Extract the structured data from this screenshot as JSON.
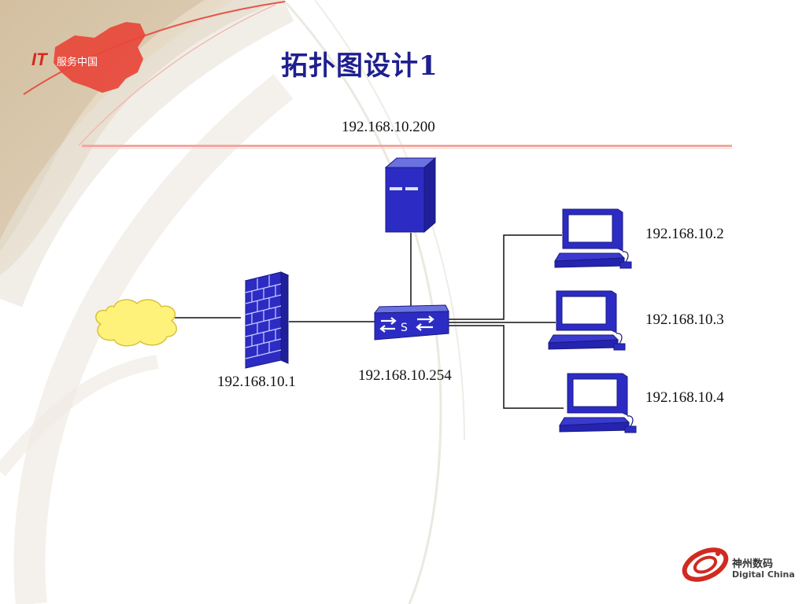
{
  "slide": {
    "title": "拓扑图设计1",
    "header_logo": {
      "main": "IT",
      "sub": "服务中国"
    },
    "footer_logo": {
      "cn": "神州数码",
      "en": "Digital China"
    }
  },
  "nodes": {
    "server_ip": "192.168.10.200",
    "firewall_ip": "192.168.10.1",
    "switch_ip": "192.168.10.254",
    "pc1_ip": "192.168.10.2",
    "pc2_ip": "192.168.10.3",
    "pc3_ip": "192.168.10.4"
  },
  "colors": {
    "device_blue": "#2c2cc4",
    "device_dark": "#1a1a80",
    "cloud_fill": "#fff27a",
    "title": "#1f1f8f",
    "accent_red": "#d8281e"
  },
  "icons": [
    "cloud-icon",
    "firewall-icon",
    "switch-icon",
    "server-icon",
    "computer-icon"
  ]
}
